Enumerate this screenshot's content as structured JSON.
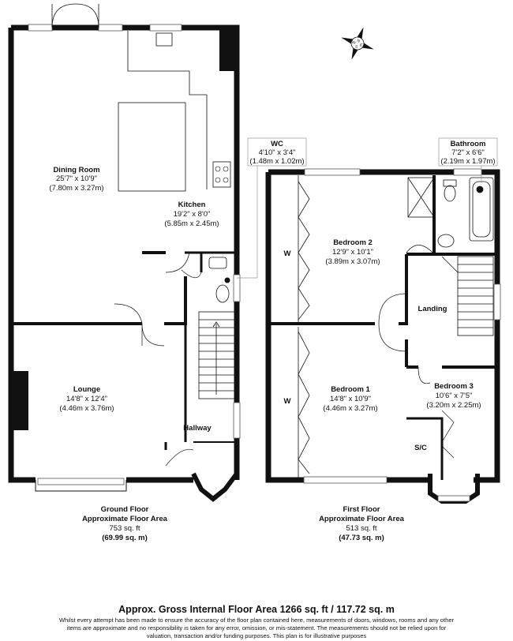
{
  "ground_floor": {
    "rooms": [
      {
        "name": "Dining Room",
        "imperial": "25'7\" x 10'9\"",
        "metric": "(7.80m x 3.27m)"
      },
      {
        "name": "Kitchen",
        "imperial": "19'2\" x 8'0\"",
        "metric": "(5.85m x 2.45m)"
      },
      {
        "name": "Lounge",
        "imperial": "14'8\" x 12'4\"",
        "metric": "(4.46m x 3.76m)"
      },
      {
        "name": "Hallway"
      }
    ],
    "wc": {
      "name": "WC",
      "imperial": "4'10\" x 3'4\"",
      "metric": "(1.48m x 1.02m)"
    },
    "caption": {
      "line1": "Ground Floor",
      "line2": "Approximate Floor Area",
      "sqft": "753 sq. ft",
      "sqm": "(69.99 sq. m)"
    }
  },
  "first_floor": {
    "rooms": [
      {
        "name": "Bedroom 2",
        "imperial": "12'9\" x 10'1\"",
        "metric": "(3.89m x 3.07m)"
      },
      {
        "name": "Bedroom 1",
        "imperial": "14'8\" x 10'9\"",
        "metric": "(4.46m x 3.27m)"
      },
      {
        "name": "Bedroom 3",
        "imperial": "10'6\" x 7'5\"",
        "metric": "(3.20m x 2.25m)"
      },
      {
        "name": "Landing"
      }
    ],
    "bathroom": {
      "name": "Bathroom",
      "imperial": "7'2\" x 6'6\"",
      "metric": "(2.19m x 1.97m)"
    },
    "wardrobe_labels": [
      "W",
      "W"
    ],
    "storage_label": "S/C",
    "caption": {
      "line1": "First Floor",
      "line2": "Approximate Floor Area",
      "sqft": "513 sq. ft",
      "sqm": "(47.73 sq. m)"
    }
  },
  "compass": {
    "icon": "compass-rose-icon",
    "letters": [
      "N",
      "E",
      "S",
      "W"
    ]
  },
  "footer": {
    "title": "Approx. Gross Internal Floor Area 1266 sq. ft / 117.72 sq. m",
    "disclaimer": "Whilst every attempt has been made to ensure the accuracy of the floor plan contained here, measurements of doors, windows, rooms and any other items are approximate and no responsibility is taken for any error, omission, or mis-statement. The measurements should not be relied upon for valuation, transaction and/or funding purposes. This plan is for illustrative purposes"
  }
}
